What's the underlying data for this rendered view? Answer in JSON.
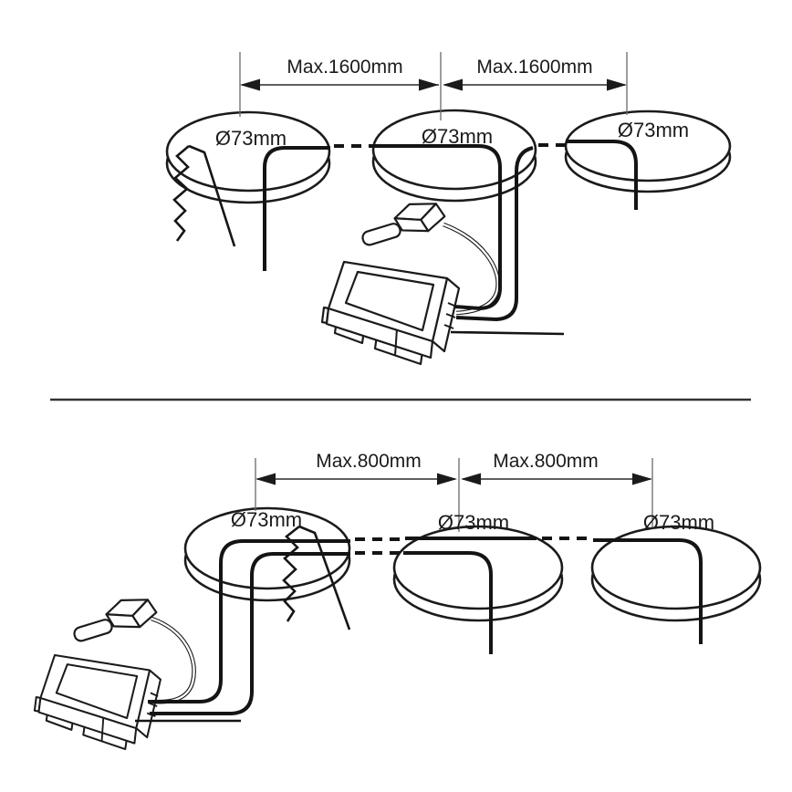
{
  "figure": {
    "description_top": "installation spacing diagram, three recessed cutouts with driver",
    "description_bottom": "installation spacing diagram, three recessed cutouts with driver"
  },
  "top_panel": {
    "dimension_labels": [
      "Max.1600mm",
      "Max.1600mm"
    ],
    "hole_labels": [
      "Ø73mm",
      "Ø73mm",
      "Ø73mm"
    ]
  },
  "bottom_panel": {
    "dimension_labels": [
      "Max.800mm",
      "Max.800mm"
    ],
    "hole_labels": [
      "Ø73mm",
      "Ø73mm",
      "Ø73mm"
    ]
  },
  "colors": {
    "line": "#1b1b1b",
    "background": "#ffffff"
  }
}
